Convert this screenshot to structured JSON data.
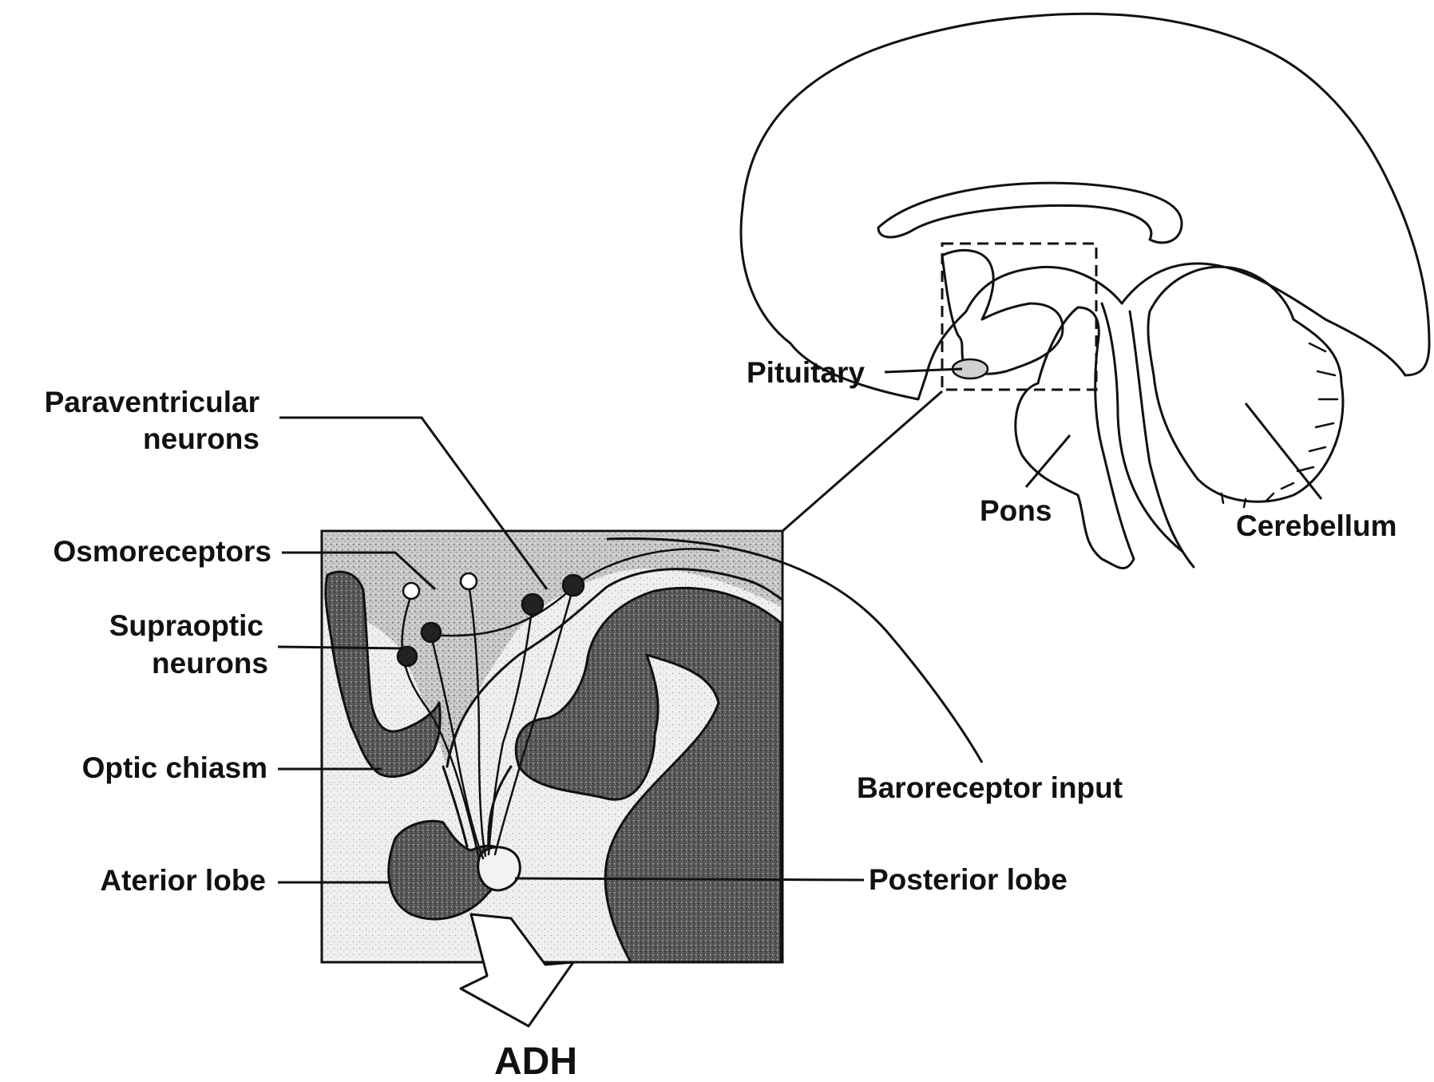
{
  "labels": {
    "paraventricular_line1": "Paraventricular",
    "paraventricular_line2": "neurons",
    "osmoreceptors": "Osmoreceptors",
    "supraoptic_line1": "Supraoptic",
    "supraoptic_line2": "neurons",
    "optic_chiasm": "Optic chiasm",
    "anterior_lobe": "Aterior lobe",
    "posterior_lobe": "Posterior lobe",
    "baroreceptor_input": "Baroreceptor input",
    "pituitary": "Pituitary",
    "pons": "Pons",
    "cerebellum": "Cerebellum",
    "output_hormone": "ADH"
  },
  "colors": {
    "ink": "#111111",
    "background": "#ffffff",
    "shading": "#6b6b6b"
  }
}
